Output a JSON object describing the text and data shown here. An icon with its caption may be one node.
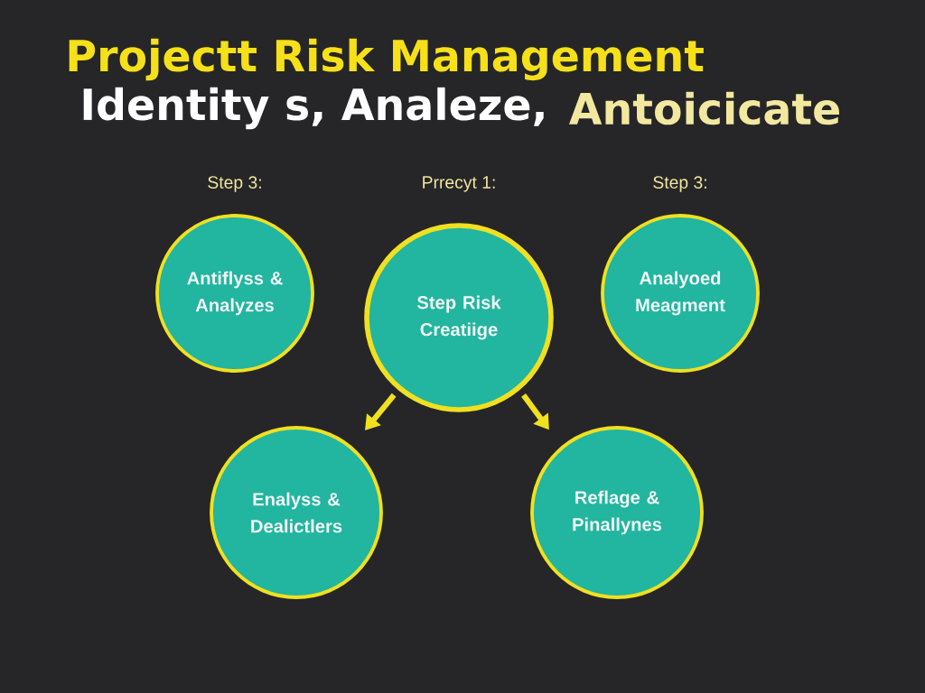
{
  "diagram": {
    "title": "Projectt Risk Management",
    "nodes": [
      {
        "text": [
          "Antiflyss & Analyzes"
        ],
        "beside": [
          "Step 3:"
        ]
      },
      {
        "text": [
          "Step Risk Creatiige"
        ],
        "beside": [
          "Prrecyt 1:"
        ]
      },
      {
        "text": [
          "Analyoed Meagment"
        ],
        "beside": [
          "Step 3:"
        ]
      },
      {
        "text": [
          "Enalyss & Dealictlers"
        ]
      },
      {
        "text": [
          "Reflage & Pinallynes"
        ]
      }
    ],
    "edges": [
      {
        "from": 1,
        "to": 3,
        "arrow": "to"
      },
      {
        "from": 1,
        "to": 4,
        "arrow": "to"
      }
    ],
    "labels": [
      "Identity  s,  Analeze,",
      "Antoicicate"
    ]
  }
}
